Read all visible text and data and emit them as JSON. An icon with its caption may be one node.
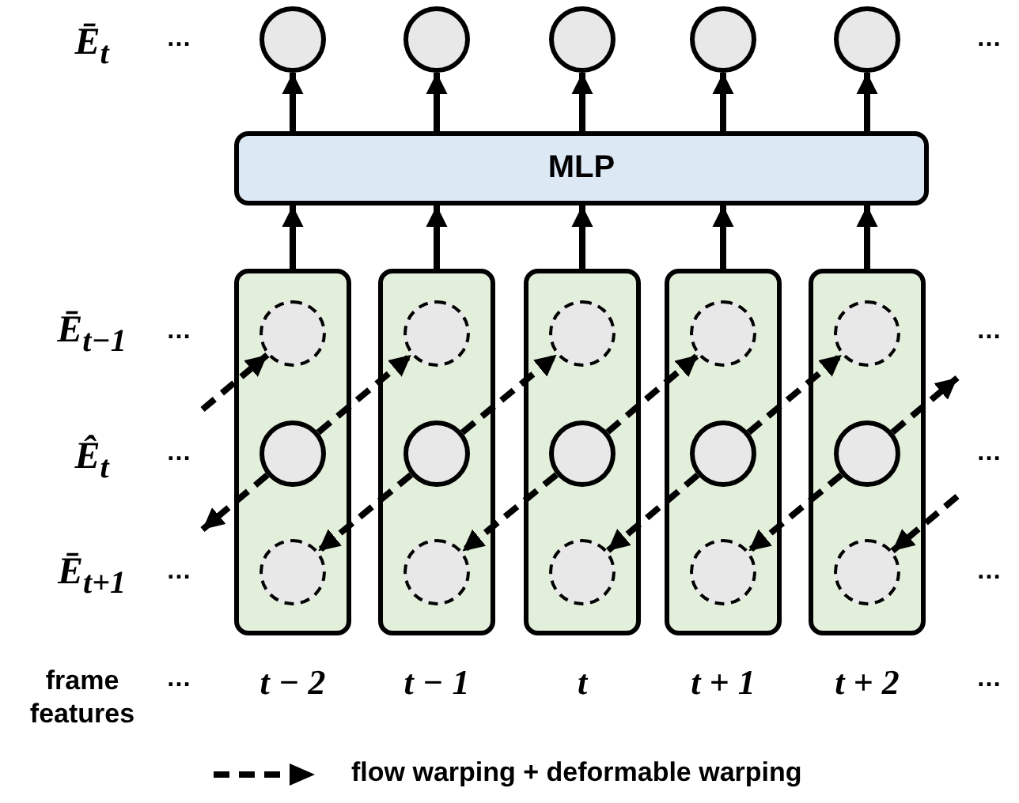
{
  "diagram": {
    "nodes": [
      {
        "text": [],
        "shape": "circle"
      },
      {
        "text": [],
        "shape": "circle"
      },
      {
        "text": [],
        "shape": "circle"
      },
      {
        "text": [],
        "shape": "circle"
      },
      {
        "text": [],
        "shape": "circle"
      },
      {
        "text": [
          "MLP"
        ]
      },
      {
        "text": [],
        "shape": "box",
        "beside": [
          "t − 2"
        ]
      },
      {
        "text": [],
        "shape": "circle",
        "in": 6
      },
      {
        "text": [],
        "shape": "circle",
        "in": 6
      },
      {
        "text": [],
        "shape": "circle",
        "in": 6
      },
      {
        "text": [],
        "shape": "box",
        "beside": [
          "t − 1"
        ]
      },
      {
        "text": [],
        "shape": "circle",
        "in": 10
      },
      {
        "text": [],
        "shape": "circle",
        "in": 10
      },
      {
        "text": [],
        "shape": "circle",
        "in": 10
      },
      {
        "text": [],
        "shape": "box",
        "beside": [
          "t"
        ]
      },
      {
        "text": [],
        "shape": "circle",
        "in": 14
      },
      {
        "text": [],
        "shape": "circle",
        "in": 14
      },
      {
        "text": [],
        "shape": "circle",
        "in": 14
      },
      {
        "text": [],
        "shape": "box",
        "beside": [
          "t + 1"
        ]
      },
      {
        "text": [],
        "shape": "circle",
        "in": 18
      },
      {
        "text": [],
        "shape": "circle",
        "in": 18
      },
      {
        "text": [],
        "shape": "circle",
        "in": 18
      },
      {
        "text": [],
        "shape": "box",
        "beside": [
          "t + 2"
        ]
      },
      {
        "text": [],
        "shape": "circle",
        "in": 22
      },
      {
        "text": [],
        "shape": "circle",
        "in": 22
      },
      {
        "text": [],
        "shape": "circle",
        "in": 22
      }
    ],
    "edges": [
      {
        "from": 5,
        "to": 0,
        "arrow": "to"
      },
      {
        "from": 5,
        "to": 1,
        "arrow": "to"
      },
      {
        "from": 5,
        "to": 2,
        "arrow": "to"
      },
      {
        "from": 5,
        "to": 3,
        "arrow": "to"
      },
      {
        "from": 5,
        "to": 4,
        "arrow": "to"
      },
      {
        "from": 6,
        "to": 5,
        "arrow": "to"
      },
      {
        "from": 10,
        "to": 5,
        "arrow": "to"
      },
      {
        "from": 14,
        "to": 5,
        "arrow": "to"
      },
      {
        "from": 18,
        "to": 5,
        "arrow": "to"
      },
      {
        "from": 22,
        "to": 5,
        "arrow": "to"
      },
      {
        "from": null,
        "to": 7,
        "arrow": "to",
        "style": "dashed"
      },
      {
        "from": 8,
        "to": 11,
        "arrow": "to",
        "style": "dashed"
      },
      {
        "from": 12,
        "to": 15,
        "arrow": "to",
        "style": "dashed"
      },
      {
        "from": 16,
        "to": 19,
        "arrow": "to",
        "style": "dashed"
      },
      {
        "from": 20,
        "to": 23,
        "arrow": "to",
        "style": "dashed"
      },
      {
        "from": 24,
        "to": null,
        "arrow": "to",
        "style": "dashed"
      },
      {
        "from": 8,
        "to": null,
        "arrow": "to",
        "style": "dashed"
      },
      {
        "from": 12,
        "to": 9,
        "arrow": "to",
        "style": "dashed"
      },
      {
        "from": 16,
        "to": 13,
        "arrow": "to",
        "style": "dashed"
      },
      {
        "from": 20,
        "to": 17,
        "arrow": "to",
        "style": "dashed"
      },
      {
        "from": 24,
        "to": 21,
        "arrow": "to",
        "style": "dashed"
      },
      {
        "from": null,
        "to": 25,
        "arrow": "to",
        "style": "dashed"
      }
    ],
    "labels": [
      "Ē$_{t}$",
      "…",
      "…",
      "Ē$_{t−1}$",
      "…",
      "…",
      "Ê$_{t}$",
      "…",
      "…",
      "Ē$_{t+1}$",
      "…",
      "…",
      "frame features",
      "…",
      "…"
    ],
    "legend": [
      {
        "text": "flow warping + deformable warping"
      }
    ]
  }
}
